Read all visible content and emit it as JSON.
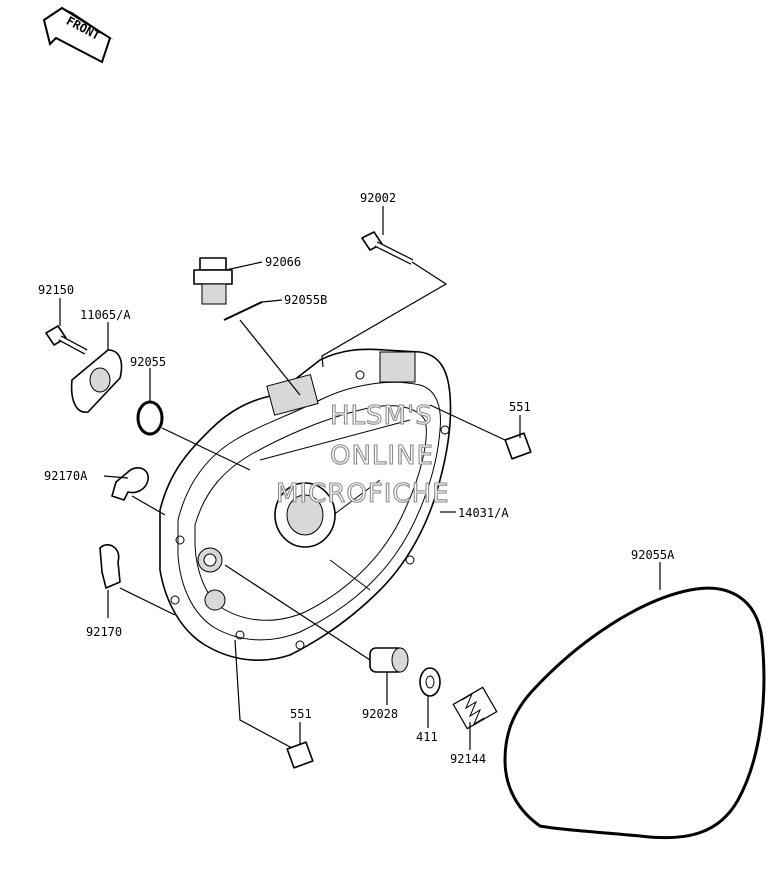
{
  "front_arrow": {
    "text": "FRONT"
  },
  "callouts": [
    {
      "id": "92002",
      "text": "92002"
    },
    {
      "id": "92066",
      "text": "92066"
    },
    {
      "id": "92055B",
      "text": "92055B"
    },
    {
      "id": "92150",
      "text": "92150"
    },
    {
      "id": "11065A",
      "text": "11065/A"
    },
    {
      "id": "92055",
      "text": "92055"
    },
    {
      "id": "551-top",
      "text": "551"
    },
    {
      "id": "92170A",
      "text": "92170A"
    },
    {
      "id": "14031A",
      "text": "14031/A"
    },
    {
      "id": "92055A",
      "text": "92055A"
    },
    {
      "id": "92170",
      "text": "92170"
    },
    {
      "id": "551-bottom",
      "text": "551"
    },
    {
      "id": "92028",
      "text": "92028"
    },
    {
      "id": "411",
      "text": "411"
    },
    {
      "id": "92144",
      "text": "92144"
    }
  ],
  "watermark": {
    "lines": [
      "HLSM'S",
      "ONLINE",
      "MICROFICHE"
    ]
  }
}
